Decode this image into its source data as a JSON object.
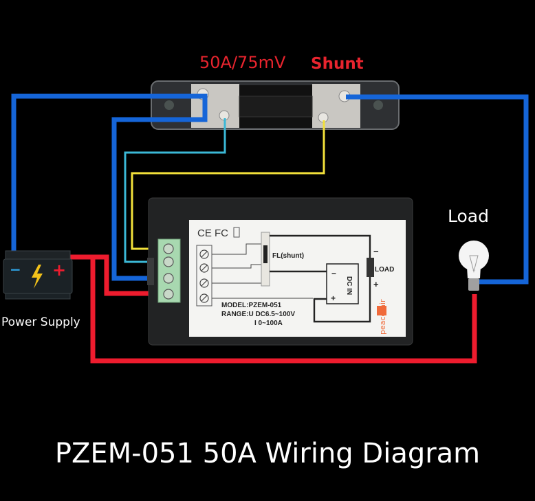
{
  "diagram": {
    "title": "PZEM-051 50A Wiring Diagram",
    "shunt_label_rating": "50A/75mV",
    "shunt_label_word": "Shunt",
    "load_label": "Load",
    "power_supply_label": "Power Supply",
    "battery": {
      "minus": "−",
      "plus": "+"
    },
    "meter": {
      "certs": "CE FC",
      "fl_label": "FL(shunt)",
      "load_label": "LOAD",
      "load_minus": "−",
      "load_plus": "+",
      "dcin_label": "DC IN",
      "dcin_minus": "−",
      "dcin_plus": "+",
      "model_line": "MODEL:PZEM-051",
      "range_line": "RANGE:U DC6.5~100V",
      "current_line": "I  0~100A",
      "brand": "peacefair"
    },
    "colors": {
      "background": "#000000",
      "wire_blue": "#1565d8",
      "wire_red": "#ee1c2e",
      "wire_cyan": "#3bb8d6",
      "wire_yellow": "#f2e03a",
      "label_red": "#e8242e",
      "terminal_green": "#a8d8b0",
      "brand_orange": "#f06a3a"
    },
    "wires": [
      {
        "name": "blue-shunt-to-battery-minus",
        "color": "wire_blue"
      },
      {
        "name": "blue-shunt-to-meter-terminal-3",
        "color": "wire_blue"
      },
      {
        "name": "blue-shunt-to-load",
        "color": "wire_blue"
      },
      {
        "name": "cyan-shunt-sense-to-terminal-2",
        "color": "wire_cyan"
      },
      {
        "name": "yellow-shunt-sense-to-terminal-1",
        "color": "wire_yellow"
      },
      {
        "name": "red-battery-plus-to-terminal-4",
        "color": "wire_red"
      },
      {
        "name": "red-battery-plus-to-load",
        "color": "wire_red"
      }
    ]
  }
}
